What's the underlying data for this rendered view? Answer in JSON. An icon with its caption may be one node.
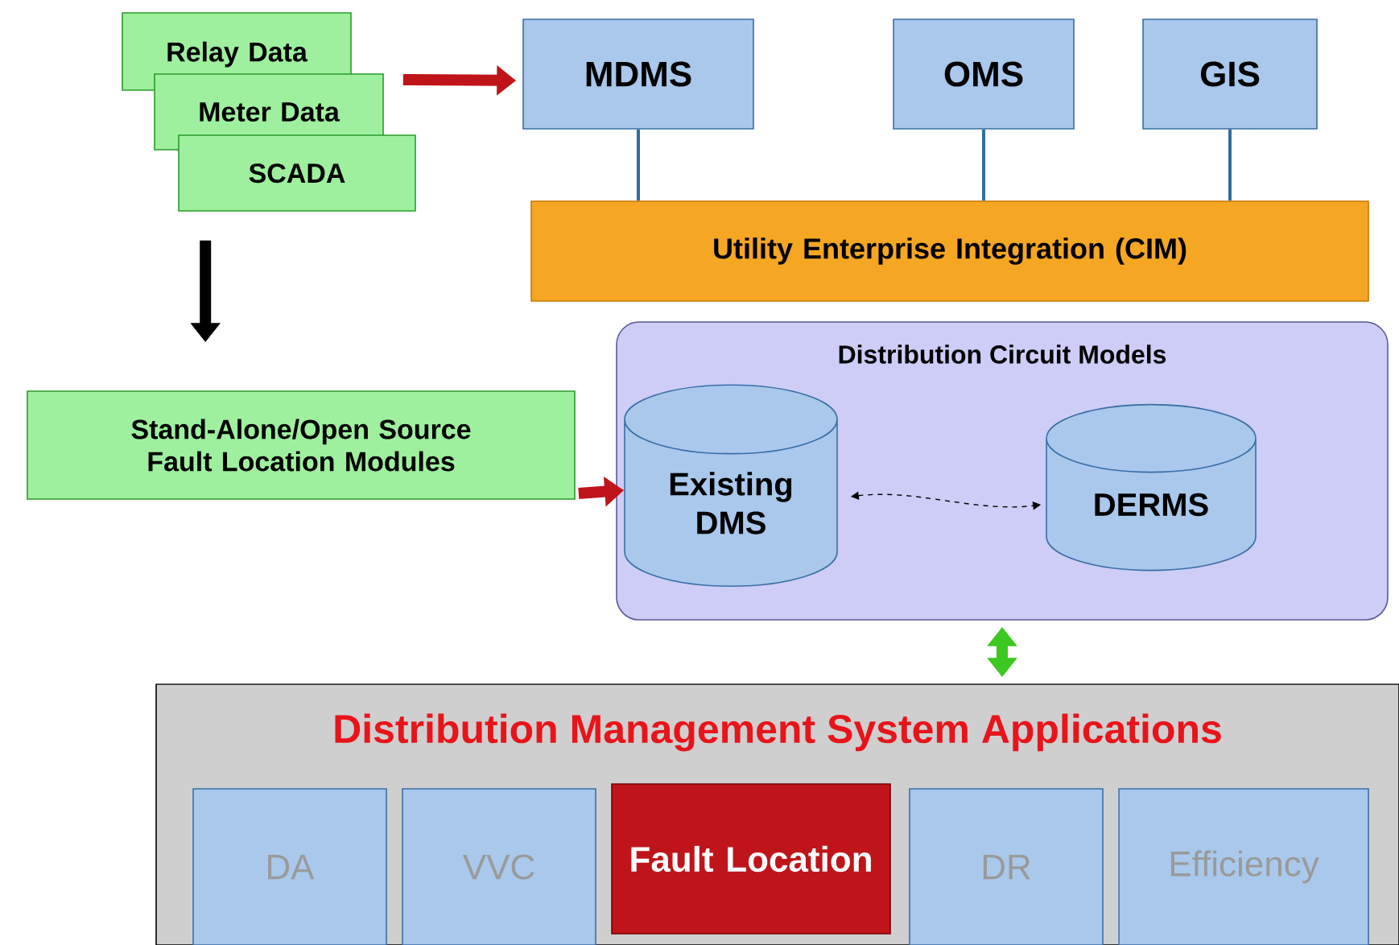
{
  "diagram": {
    "nodes": [
      {
        "text": [
          "Relay Data"
        ]
      },
      {
        "text": [
          "Meter Data"
        ]
      },
      {
        "text": [
          "SCADA"
        ]
      },
      {
        "text": [
          "MDMS"
        ]
      },
      {
        "text": [
          "OMS"
        ]
      },
      {
        "text": [
          "GIS"
        ]
      },
      {
        "text": [
          "Utility Enterprise Integration (CIM)"
        ]
      },
      {
        "text": [
          "Distribution Circuit Models"
        ]
      },
      {
        "text": [
          "Existing DMS"
        ],
        "in": 7
      },
      {
        "text": [
          "DERMS"
        ],
        "in": 7
      },
      {
        "text": [
          "Stand-Alone/Open Source Fault Location Modules"
        ]
      },
      {
        "text": [
          "Distribution Management System Applications"
        ]
      },
      {
        "text": [
          "DA"
        ],
        "in": 11
      },
      {
        "text": [
          "VVC"
        ],
        "in": 11
      },
      {
        "text": [
          "Fault Location"
        ],
        "in": 11
      },
      {
        "text": [
          "DR"
        ],
        "in": 11
      },
      {
        "text": [
          "Efficiency"
        ],
        "in": 11
      }
    ],
    "edges": [
      {
        "from": 1,
        "to": 3,
        "arrow": "to",
        "style": "thick",
        "color": "#c0141b"
      },
      {
        "from": 2,
        "to": 10,
        "arrow": "to",
        "style": "thick",
        "color": "#000000"
      },
      {
        "from": 3,
        "to": 6,
        "arrow": "none"
      },
      {
        "from": 4,
        "to": 6,
        "arrow": "none"
      },
      {
        "from": 5,
        "to": 6,
        "arrow": "none"
      },
      {
        "from": 10,
        "to": 8,
        "arrow": "to",
        "style": "thick",
        "color": "#c0141b"
      },
      {
        "from": 8,
        "to": 9,
        "arrow": "both",
        "style": "dashed",
        "color": "#000000"
      },
      {
        "from": 7,
        "to": 11,
        "arrow": "both",
        "style": "thick",
        "color": "#3cc81e"
      }
    ]
  }
}
